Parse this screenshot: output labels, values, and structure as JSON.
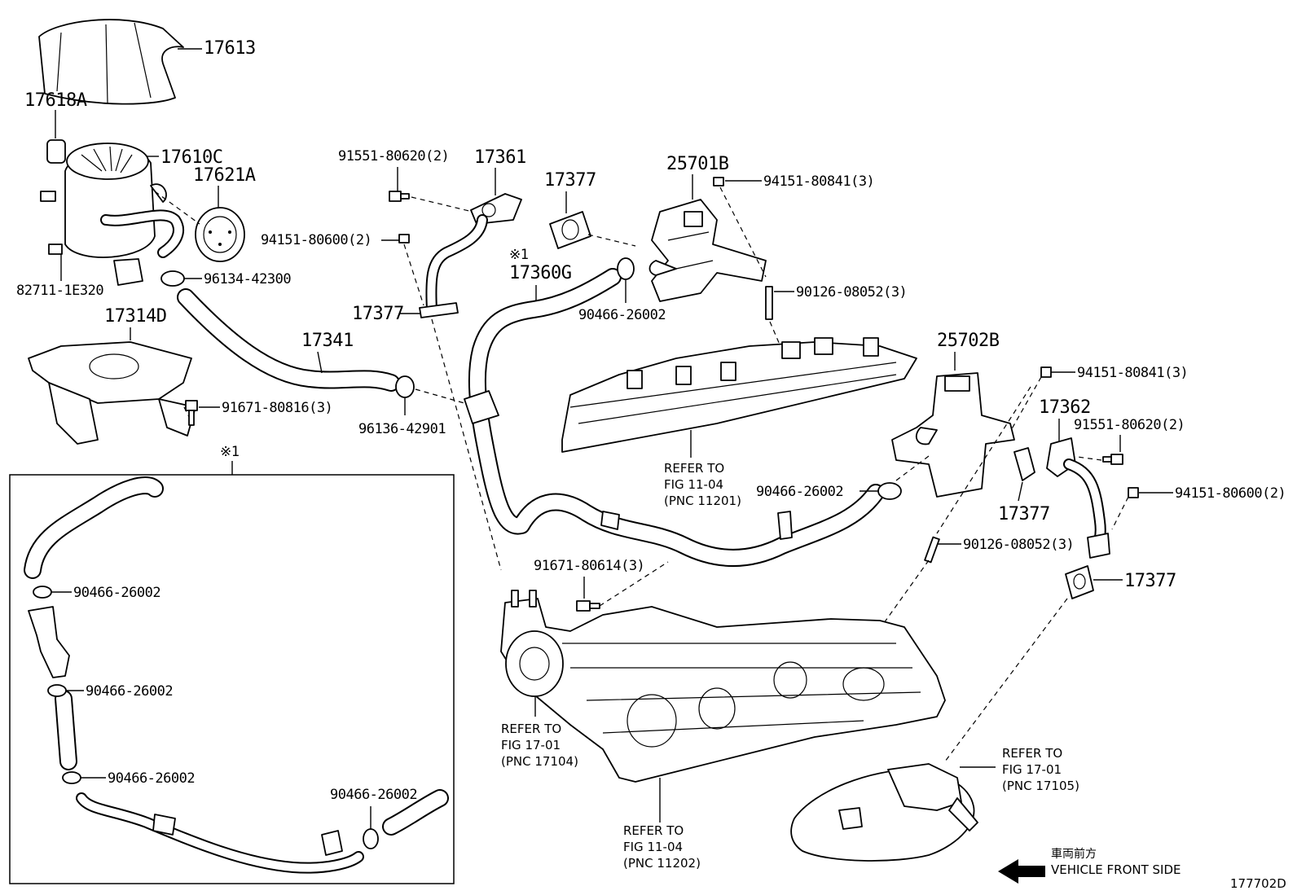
{
  "part_labels": {
    "p17613": "17613",
    "p17618A": "17618A",
    "p17610C": "17610C",
    "p17621A": "17621A",
    "p82711": "82711-1E320",
    "p96134": "96134-42300",
    "p17314D": "17314D",
    "p91671_816": "91671-80816(3)",
    "p17341": "17341",
    "p96136": "96136-42901",
    "p91551_a": "91551-80620(2)",
    "p17361": "17361",
    "p94151_600_a": "94151-80600(2)",
    "p17377_a": "17377",
    "p17377_top": "17377",
    "p17360G": "17360G",
    "p17360G_note": "※1",
    "p90466_a": "90466-26002",
    "p25701B": "25701B",
    "p94151_841_a": "94151-80841(3)",
    "p90126_a": "90126-08052(3)",
    "p25702B": "25702B",
    "p94151_841_b": "94151-80841(3)",
    "p17362": "17362",
    "p91551_b": "91551-80620(2)",
    "p94151_600_b": "94151-80600(2)",
    "p90466_b": "90466-26002",
    "p17377_b": "17377",
    "p90126_b": "90126-08052(3)",
    "p17377_c": "17377",
    "p91671_614": "91671-80614(3)",
    "box_note": "※1",
    "box_90466_1": "90466-26002",
    "box_90466_2": "90466-26002",
    "box_90466_3": "90466-26002",
    "box_90466_4": "90466-26002"
  },
  "references": {
    "ref_11201": [
      "REFER TO",
      "FIG 11-04",
      "(PNC 11201)"
    ],
    "ref_17104": [
      "REFER TO",
      "FIG 17-01",
      "(PNC 17104)"
    ],
    "ref_11202": [
      "REFER TO",
      "FIG 11-04",
      "(PNC 11202)"
    ],
    "ref_17105": [
      "REFER TO",
      "FIG 17-01",
      "(PNC 17105)"
    ]
  },
  "front_indicator": {
    "jp": "車両前方",
    "en": "VEHICLE FRONT SIDE"
  },
  "figure_id": "177702D"
}
